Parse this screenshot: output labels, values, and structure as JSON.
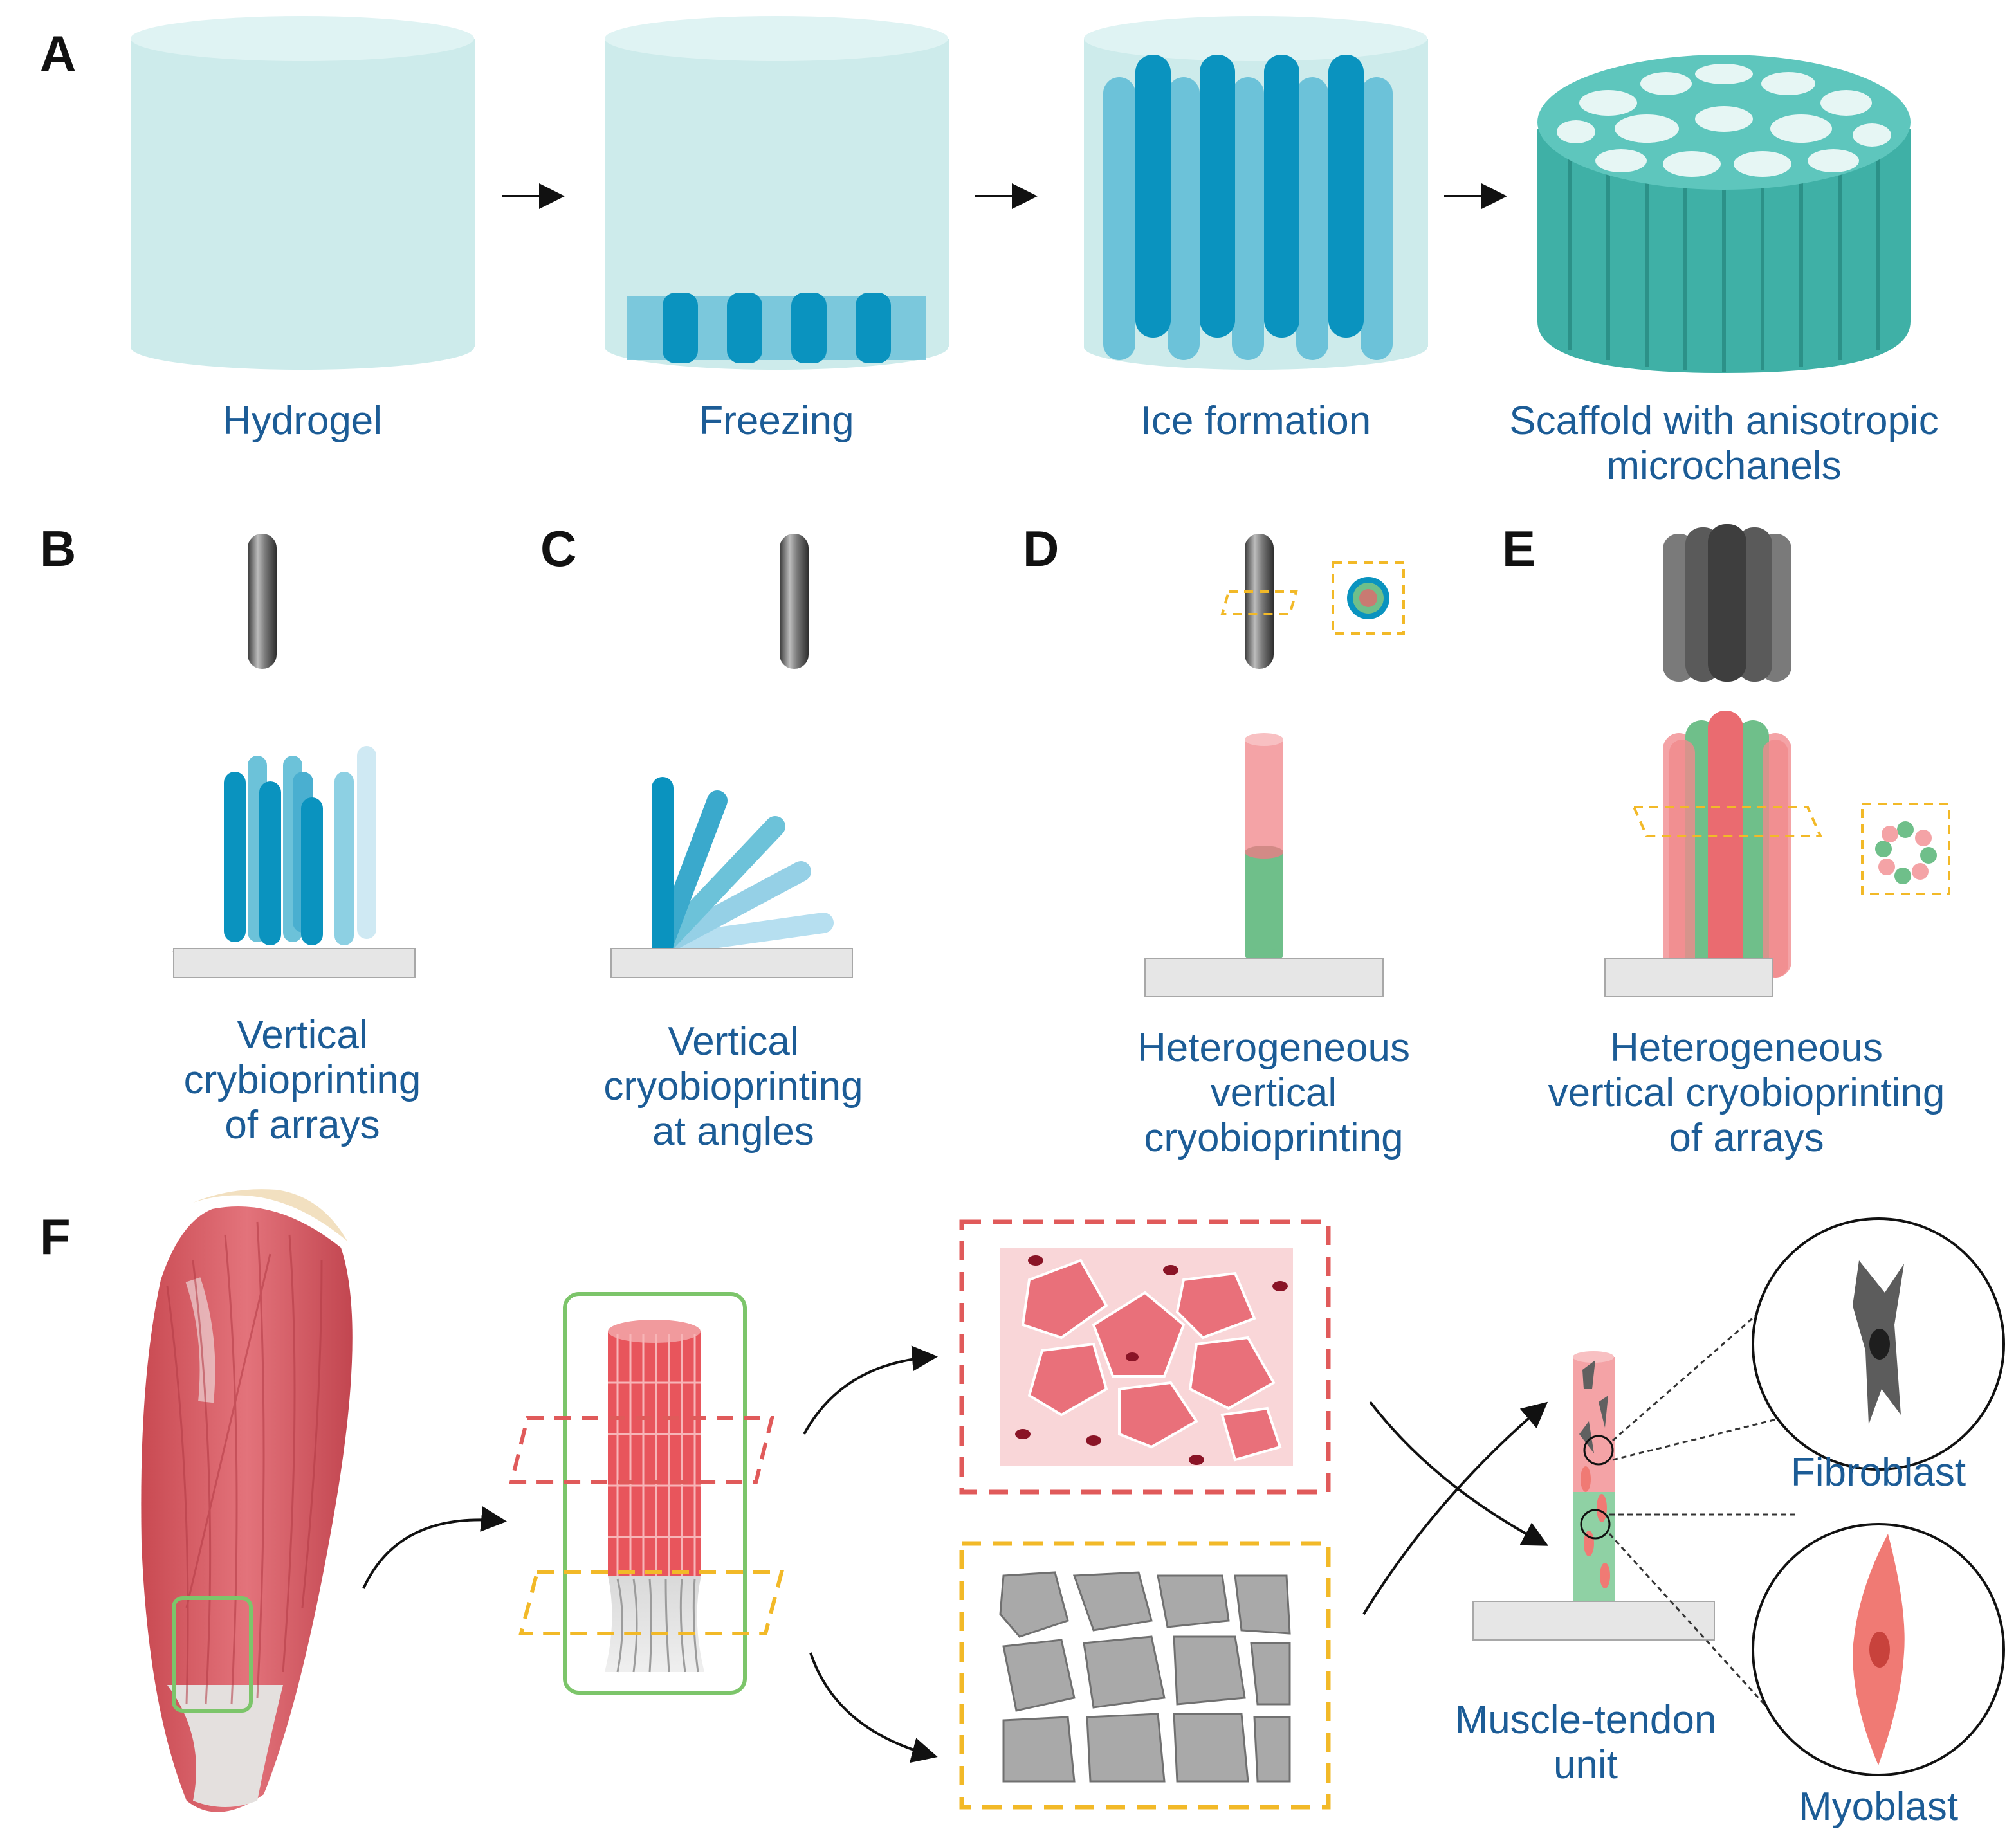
{
  "panel_labels": {
    "a": "A",
    "b": "B",
    "c": "C",
    "d": "D",
    "e": "E",
    "f": "F"
  },
  "captions": {
    "a1": "Hydrogel",
    "a2": "Freezing",
    "a3": "Ice formation",
    "a4_line1": "Scaffold with anisotropic",
    "a4_line2": "microchanels",
    "b_line1": "Vertical",
    "b_line2": "crybioprinting",
    "b_line3": "of arrays",
    "c_line1": "Vertical",
    "c_line2": "cryobioprinting",
    "c_line3": "at angles",
    "d_line1": "Heterogeneous",
    "d_line2": "vertical",
    "d_line3": "cryobioprinting",
    "e_line1": "Heterogeneous",
    "e_line2": "vertical cryobioprinting",
    "e_line3": "of arrays",
    "f_unit_line1": "Muscle-tendon",
    "f_unit_line2": "unit",
    "f_fibroblast": "Fibroblast",
    "f_myoblast": "Myoblast"
  },
  "colors": {
    "label": "#1c5c96",
    "hydrogel": "#cdebeb",
    "ice_dark": "#0a93bf",
    "ice_light": "#6cc2d9",
    "scaffold": "#5ec6bd",
    "muscle": "#e8707a",
    "tendon": "#c8c8c8",
    "highlight_red": "#e05a5a",
    "highlight_yellow": "#f2b928",
    "highlight_green": "#7cc56a",
    "cell_green": "#6fbf8a",
    "cell_pink": "#f4a3a6"
  }
}
